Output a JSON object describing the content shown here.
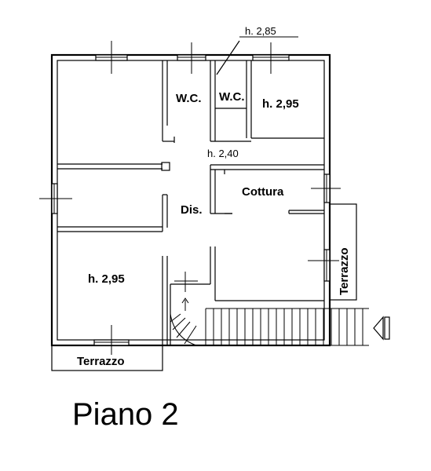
{
  "labels": {
    "wc_left": "W.C.",
    "wc_right": "W.C.",
    "height_285": "h. 2,85",
    "height_295_top": "h. 2,95",
    "height_240": "h. 2,40",
    "cottura": "Cottura",
    "dis": "Dis.",
    "height_295_bottom": "h. 2,95",
    "terrazzo_right": "Terrazzo",
    "terrazzo_bottom": "Terrazzo",
    "title": "Piano 2"
  }
}
